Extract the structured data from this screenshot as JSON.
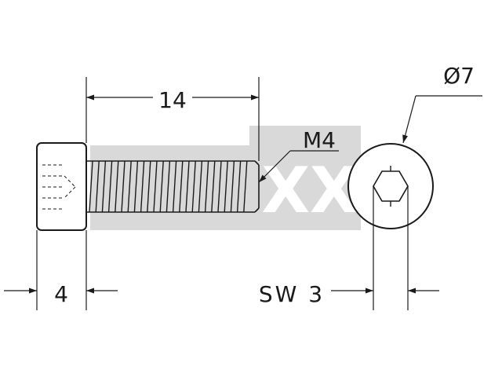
{
  "drawing": {
    "dimensions": {
      "length": "14",
      "thread": "M4",
      "diameter": "Ø7",
      "head_height": "4",
      "key_size": "SW 3"
    },
    "watermark": "XX",
    "colors": {
      "line": "#1a1a1a",
      "watermark_fill": "#d9d9d9",
      "watermark_text": "#ffffff",
      "background": "#ffffff"
    }
  }
}
